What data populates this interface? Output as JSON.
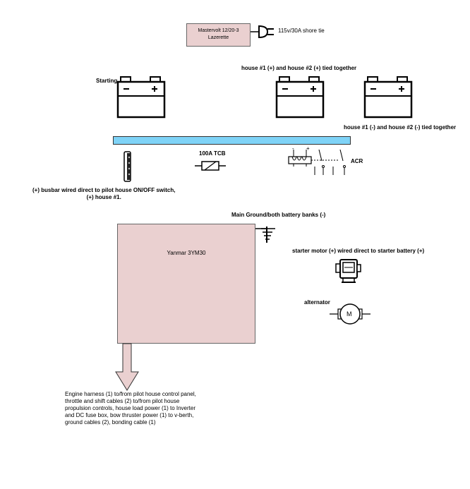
{
  "charger": {
    "line1": "Mastervolt 12/20-3",
    "line2": "Lazerette",
    "shore_label": "115v/30A shore tie"
  },
  "batteries": {
    "starting_label": "Starting",
    "house_positive_note": "house #1 (+) and house #2 (+) tied together",
    "house_negative_note": "house #1 (-) and house #2 (-) tied together"
  },
  "busbar": {
    "note": "(+) busbar wired direct to pilot house ON/OFF switch,\n(+) house #1."
  },
  "tcb": {
    "label": "100A TCB"
  },
  "acr": {
    "label": "ACR",
    "minus": "-",
    "plus": "+"
  },
  "ground": {
    "label": "Main Ground/both battery banks (-)"
  },
  "engine": {
    "label": "Yanmar 3YM30"
  },
  "starter": {
    "label": "starter motor (+) wired direct to starter battery (+)"
  },
  "alternator": {
    "label": "alternator",
    "symbol": "M"
  },
  "harness": {
    "text": "Engine harness (1) to/from pilot house control panel,\nthrottle and shift cables (2) to/from pilot house\npropulsion controls, house load power (1) to Inverter\nand DC fuse box, bow thruster power (1) to v-berth,\nground cables (2), bonding cable (1)"
  },
  "colors": {
    "busbar": "#7fd3f7",
    "engine_fill": "#ead0d0",
    "charger_fill": "#ead0d0",
    "arrow_fill": "#ead0d0"
  }
}
